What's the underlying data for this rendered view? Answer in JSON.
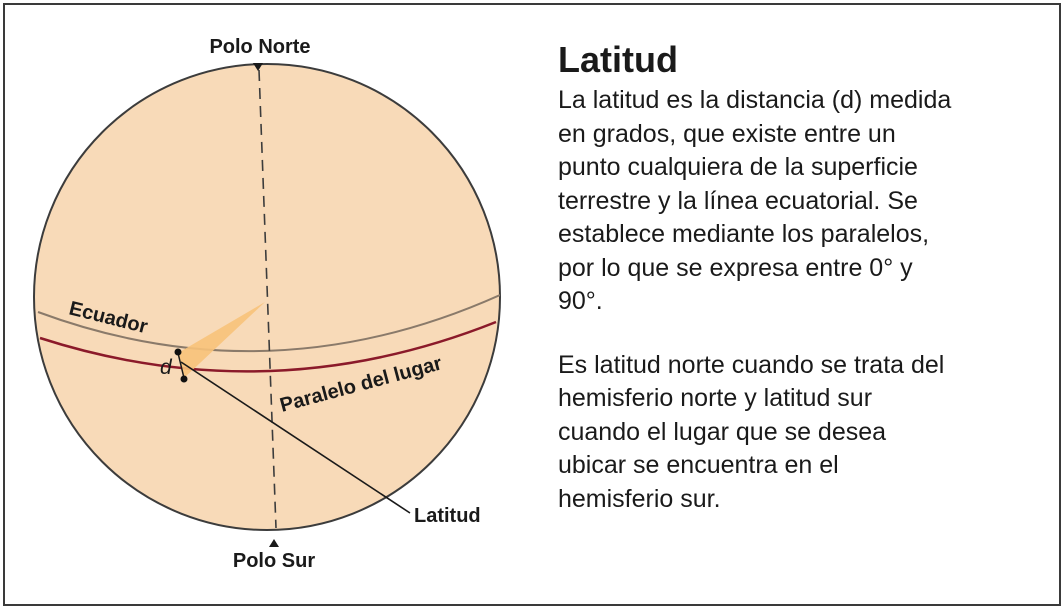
{
  "diagram": {
    "colors": {
      "globe_fill": "#f8dab8",
      "globe_stroke": "#3c3c3c",
      "equator": "#8a7a6a",
      "parallel": "#8b1a2a",
      "angle_wedge": "#f7c27a",
      "axis": "#3c3c3c"
    },
    "labels": {
      "north_pole": "Polo Norte",
      "south_pole": "Polo Sur",
      "equator": "Ecuador",
      "parallel": "Paralelo del lugar",
      "distance": "d",
      "latitude": "Latitud"
    }
  },
  "text": {
    "title": "Latitud",
    "paragraph1_lines": [
      "La latitud es la distancia (d) medida",
      "en grados, que existe entre un",
      "punto cualquiera de la superficie",
      "terrestre y la línea ecuatorial. Se",
      "establece mediante los paralelos,",
      "por lo que se expresa entre 0° y",
      "90°."
    ],
    "paragraph2_lines": [
      "Es latitud norte cuando se trata del",
      "hemisferio norte y latitud sur",
      "cuando el lugar que se desea",
      "ubicar se encuentra en el",
      "hemisferio sur."
    ]
  }
}
